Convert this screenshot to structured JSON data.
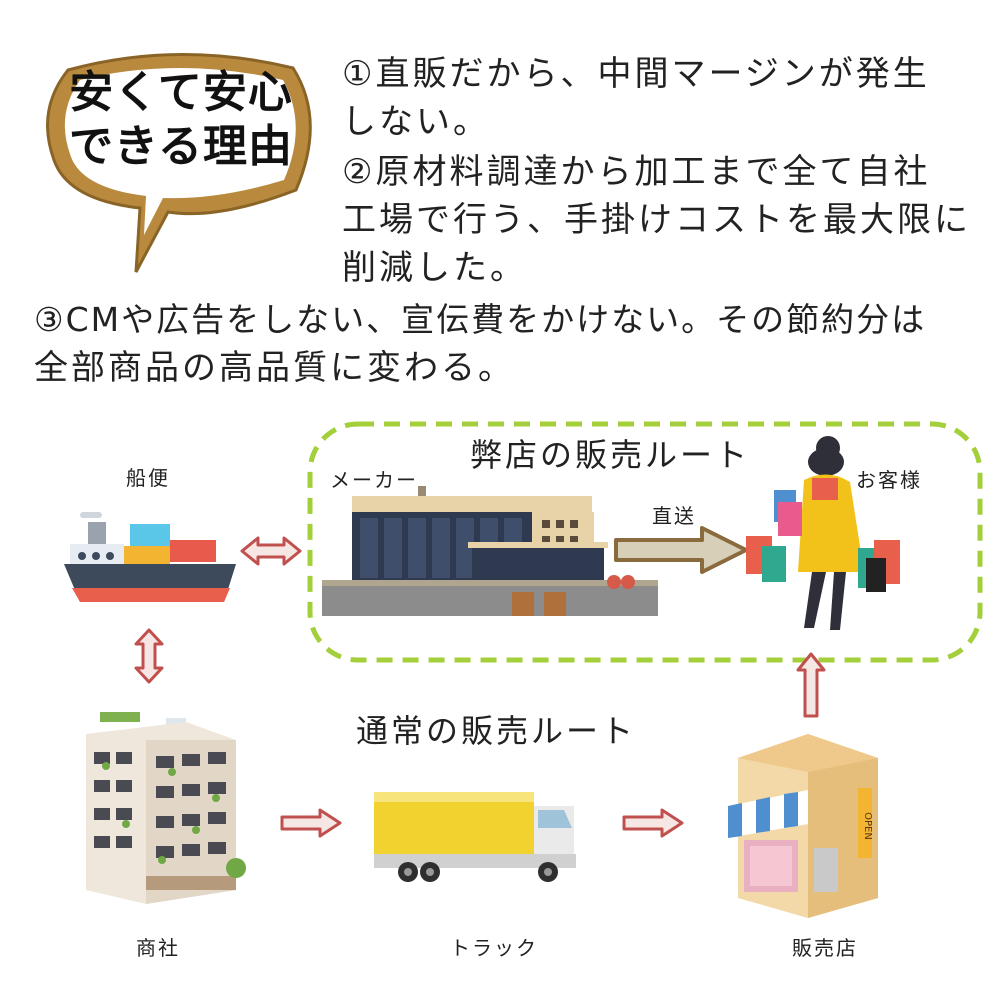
{
  "badge": {
    "line1": "安くて安心",
    "line2": "できる理由"
  },
  "reasons": {
    "r1_line1": "①直販だから、中間マージンが発生",
    "r1_line2": "しない。",
    "r2_line1": "②原材料調達から加工まで全て自社",
    "r2_line2": "工場で行う、手掛けコストを最大限に",
    "r2_line3": "削減した。",
    "r3_line1": "③CMや広告をしない、宣伝費をかけない。その節約分は",
    "r3_line2": "全部商品の高品質に変わる。"
  },
  "diagram": {
    "our_route_title": "弊店の販売ルート",
    "normal_route_title": "通常の販売ルート",
    "labels": {
      "ship": "船便",
      "maker": "メーカー",
      "customer": "お客様",
      "direct": "直送",
      "trading": "商社",
      "truck": "トラック",
      "store": "販売店"
    },
    "store_sign": "OPEN"
  },
  "colors": {
    "badge_frame": "#b98a3e",
    "dashed_border": "#a3cf3a",
    "arrow_red": "#c0504d",
    "arrow_brown": "#8a6b3e",
    "ship_hull": "#3c4a5c",
    "ship_stripe": "#e8604c",
    "truck_yellow": "#f2d22e",
    "coat_yellow": "#f2c21a"
  }
}
